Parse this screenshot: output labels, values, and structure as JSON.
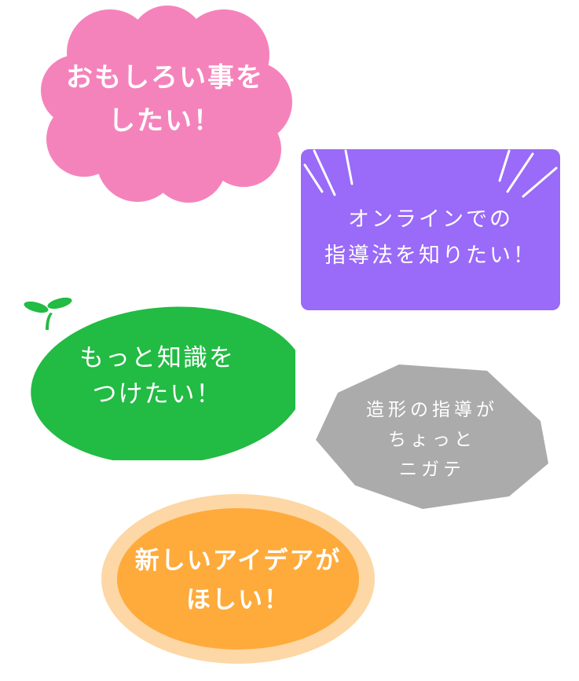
{
  "bubbles": {
    "pink": {
      "lines": [
        "おもしろい事を",
        "したい！"
      ],
      "color": "#f583bb"
    },
    "purple": {
      "lines": [
        "オンラインでの",
        "指導法を知りたい！"
      ],
      "color": "#9a6af8"
    },
    "green": {
      "lines": [
        "もっと知識を",
        "つけたい！"
      ],
      "color": "#22bb44"
    },
    "gray": {
      "lines": [
        "造形の指導が",
        "ちょっと",
        "ニガテ"
      ],
      "color": "#ababab"
    },
    "orange": {
      "lines": [
        "新しいアイデアが",
        "ほしい！"
      ],
      "color": "#feab3c",
      "halo": "#fdd7a5"
    }
  },
  "icons": {
    "green_sprout": "sprout-icon",
    "purple_lines": "emphasis-lines-icon"
  }
}
